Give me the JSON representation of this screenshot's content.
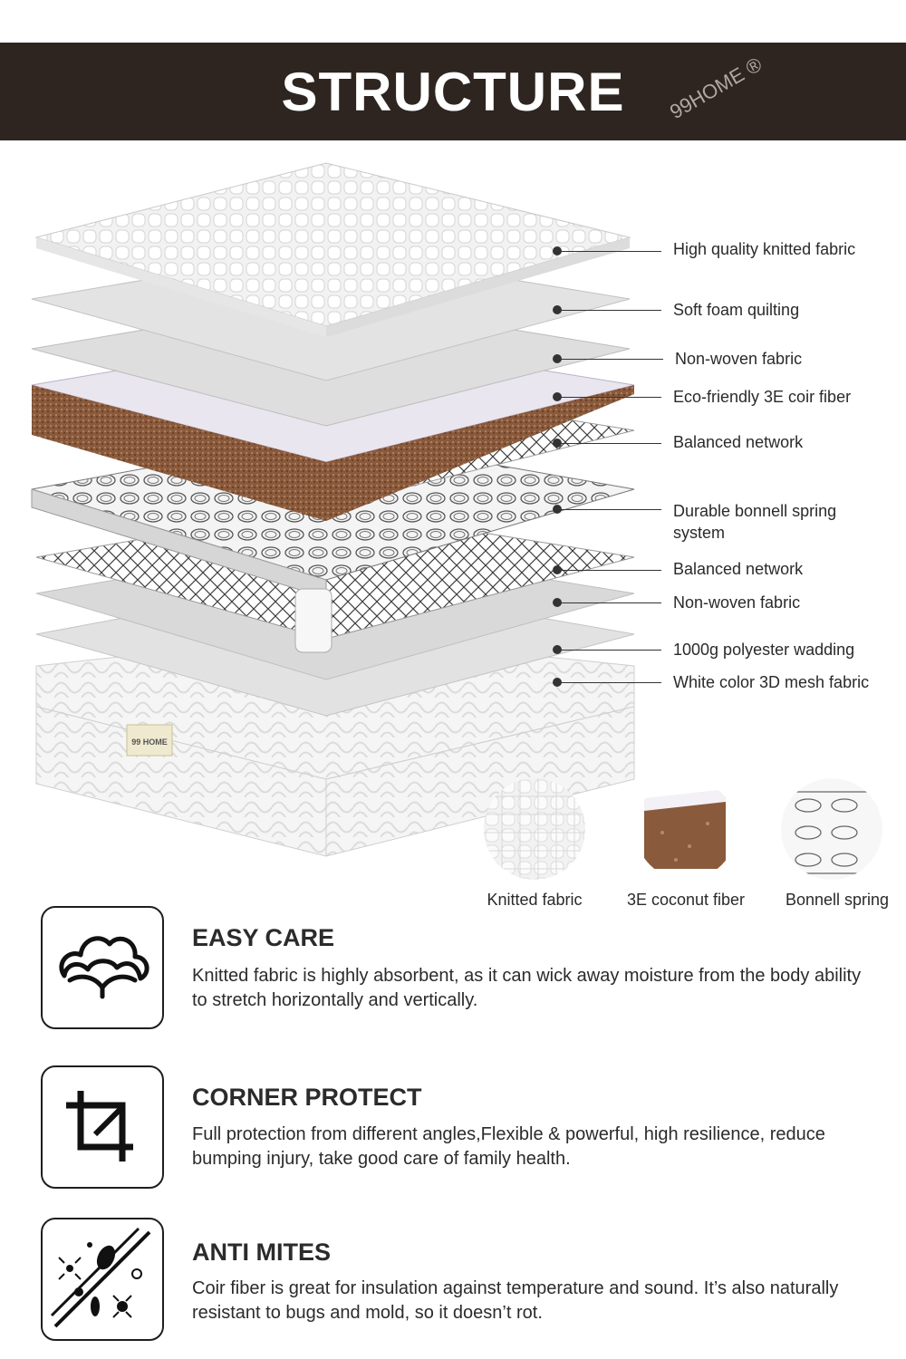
{
  "header": {
    "title": "STRUCTURE",
    "watermark": "99HOME ®"
  },
  "layers": [
    {
      "label": "High quality knitted fabric"
    },
    {
      "label": "Soft foam quilting"
    },
    {
      "label": "Non-woven fabric"
    },
    {
      "label": "Eco-friendly 3E coir fiber"
    },
    {
      "label": "Balanced network"
    },
    {
      "label": "Durable bonnell spring system"
    },
    {
      "label": "Balanced network"
    },
    {
      "label": "Non-woven fabric"
    },
    {
      "label": "1000g polyester wadding"
    },
    {
      "label": "White color 3D mesh fabric"
    }
  ],
  "brand_tag": "99 HOME",
  "materials": [
    {
      "label": "Knitted fabric",
      "icon": "knitted-fabric-swatch"
    },
    {
      "label": "3E coconut fiber",
      "icon": "coconut-fiber-swatch"
    },
    {
      "label": "Bonnell spring",
      "icon": "bonnell-spring-swatch"
    }
  ],
  "features": [
    {
      "title": "EASY CARE",
      "description": "Knitted fabric is highly absorbent,  as it can wick away moisture from the body ability to stretch horizontally and vertically.",
      "icon": "cotton-plant-icon"
    },
    {
      "title": "CORNER PROTECT",
      "description": "Full protection from different angles,Flexible & powerful, high resilience, reduce bumping injury, take good care of family health.",
      "icon": "corner-crop-icon"
    },
    {
      "title": "ANTI MITES",
      "description": "Coir fiber is great for insulation against temperature and sound. It’s also naturally resistant to bugs and mold, so it doesn’t rot.",
      "icon": "no-mites-icon"
    }
  ],
  "colors": {
    "banner": "#2e2520",
    "coir": "#8a5a3c",
    "text": "#2b2b2b"
  }
}
